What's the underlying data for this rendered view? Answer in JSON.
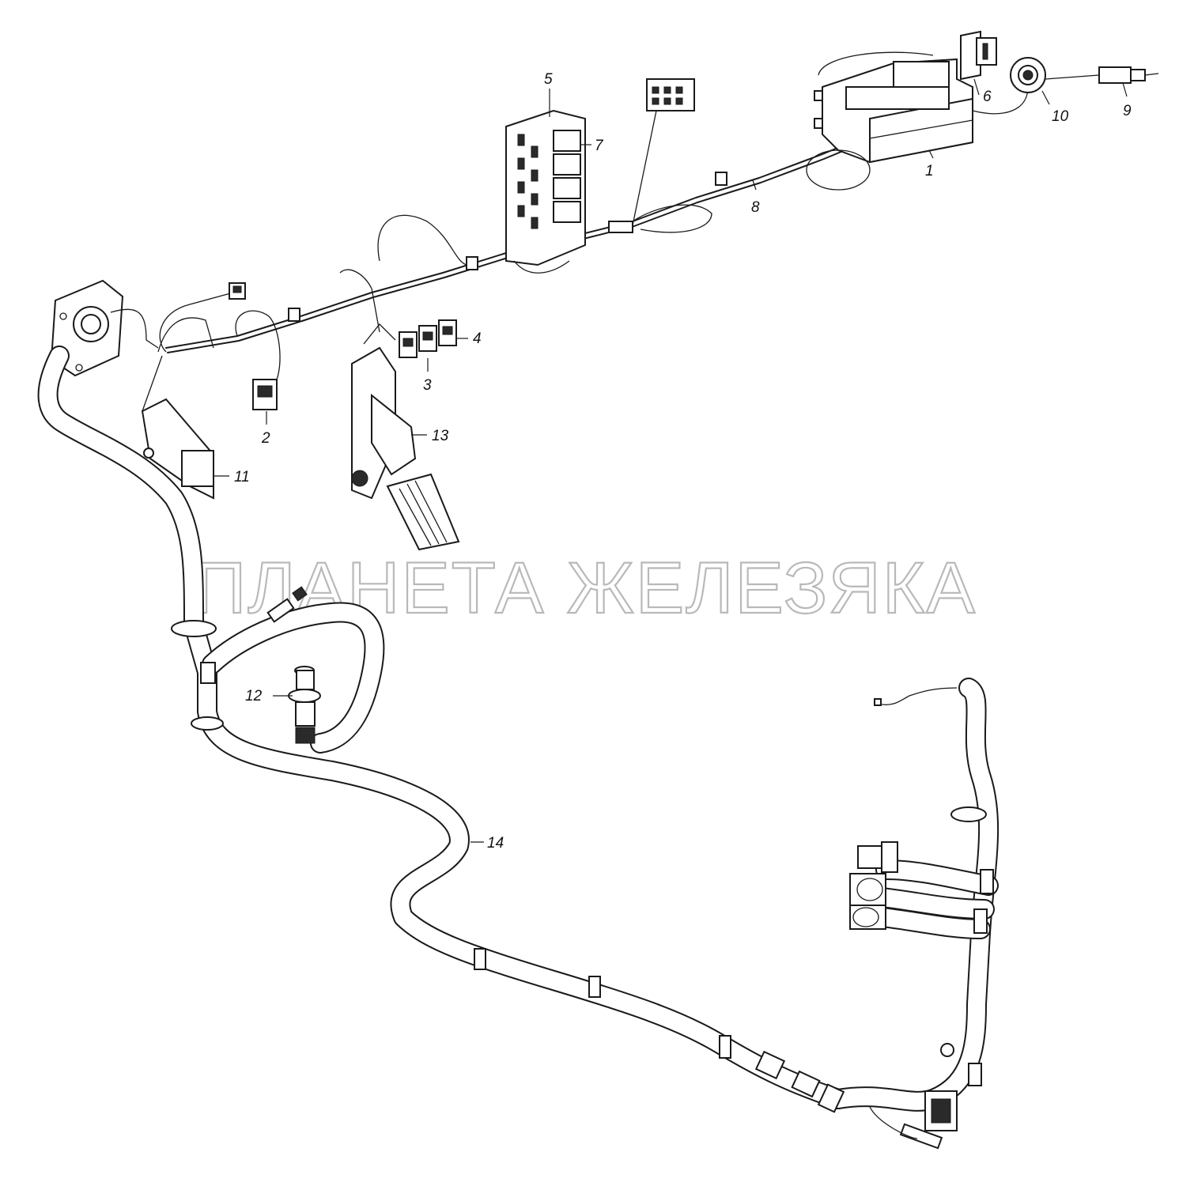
{
  "watermark": "ПЛАНЕТА ЖЕЛЕЗЯКА",
  "callouts": [
    {
      "id": "1",
      "label": "1"
    },
    {
      "id": "2",
      "label": "2"
    },
    {
      "id": "3",
      "label": "3"
    },
    {
      "id": "4",
      "label": "4"
    },
    {
      "id": "5",
      "label": "5"
    },
    {
      "id": "6",
      "label": "6"
    },
    {
      "id": "7",
      "label": "7"
    },
    {
      "id": "8",
      "label": "8"
    },
    {
      "id": "9",
      "label": "9"
    },
    {
      "id": "10",
      "label": "10"
    },
    {
      "id": "11",
      "label": "11"
    },
    {
      "id": "12",
      "label": "12"
    },
    {
      "id": "13",
      "label": "13"
    },
    {
      "id": "14",
      "label": "14"
    }
  ]
}
